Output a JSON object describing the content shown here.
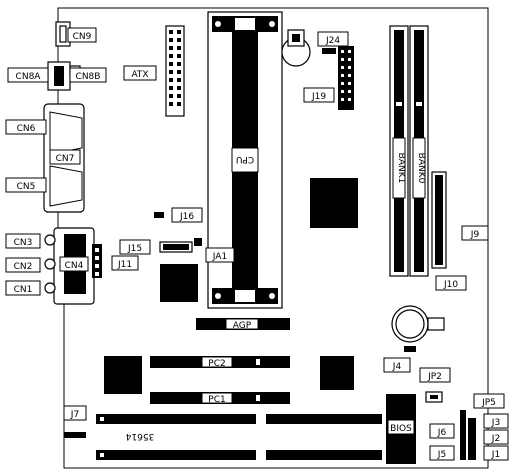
{
  "labels": {
    "cn9": "CN9",
    "cn8a": "CN8A",
    "cn8b": "CN8B",
    "cn6": "CN6",
    "cn7": "CN7",
    "cn5": "CN5",
    "cn3": "CN3",
    "cn4": "CN4",
    "cn2": "CN2",
    "cn1": "CN1",
    "atx": "ATX",
    "cpu": "CPU",
    "j24": "J24",
    "j19": "J19",
    "j16": "J16",
    "j15": "J15",
    "j11": "J11",
    "ja1": "JA1",
    "j9": "J9",
    "j10": "J10",
    "dimm1": "BANK1",
    "dimm0": "BANK0",
    "agp": "AGP",
    "pc1": "PC1",
    "pc2": "PC2",
    "j4": "J4",
    "jp2": "JP2",
    "jp5": "JP5",
    "j7": "J7",
    "j6": "J6",
    "j3": "J3",
    "j2": "J2",
    "j5": "J5",
    "j1": "J1",
    "bios": "BIOS",
    "model": "35614"
  }
}
